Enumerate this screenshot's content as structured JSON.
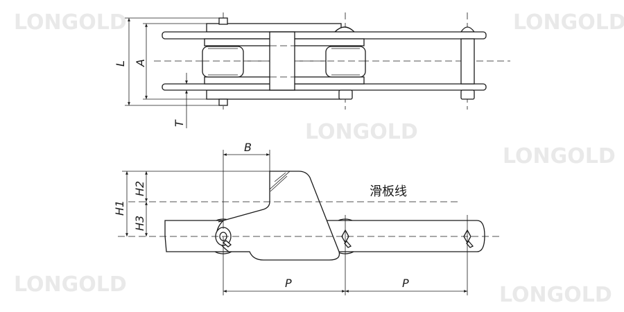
{
  "watermark": "LONGOLD",
  "top_view": {
    "labels": {
      "L": "L",
      "A": "A",
      "T": "T"
    }
  },
  "side_view": {
    "labels": {
      "B": "B",
      "H1": "H1",
      "H2": "H2",
      "H3": "H3",
      "P1": "P",
      "P2": "P"
    },
    "slide_line_label": "滑板线"
  }
}
